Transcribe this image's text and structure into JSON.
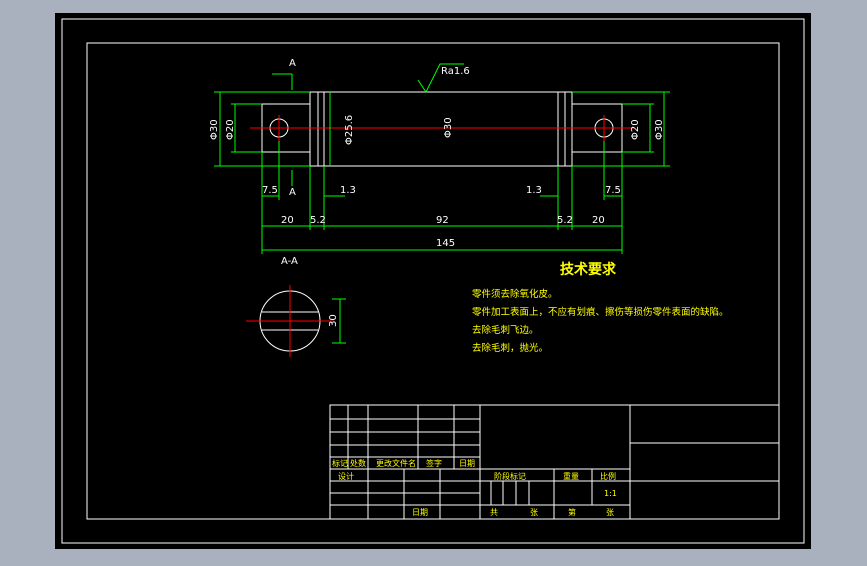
{
  "colors": {
    "background": "#a9b1bf",
    "sheet": "#000000",
    "frame": "#ffffff",
    "dimension": "#00ff00",
    "centerline": "#ff0000",
    "annotation": "#ffff00"
  },
  "drawing": {
    "roughness": "Ra1.6",
    "section_marker": "A",
    "section_label": "A-A",
    "dims": {
      "d_left_outer": "Φ30",
      "d_left_inner": "Φ20",
      "d_body_small": "Φ25.6",
      "d_body": "Φ30",
      "d_right_inner": "Φ20",
      "d_right_outer": "Φ30",
      "l_left_hole": "7.5",
      "l_groove_left": "1.3",
      "l_groove_right": "1.3",
      "l_right_hole": "7.5",
      "l_left_end": "20",
      "l_step_left": "5.2",
      "l_body": "92",
      "l_step_right": "5.2",
      "l_right_end": "20",
      "l_total": "145",
      "section_dim": "30"
    }
  },
  "tech_requirements": {
    "title": "技术要求",
    "lines": [
      "零件须去除氧化皮。",
      "零件加工表面上，不应有划痕、擦伤等损伤零件表面的缺陷。",
      "去除毛刺飞边。",
      "去除毛刺，抛光。"
    ]
  },
  "title_block": {
    "headers": [
      "标记",
      "处数",
      "更改文件名",
      "签字",
      "日期"
    ],
    "design": "设计",
    "date": "日期",
    "stage_mark": "阶段标记",
    "weight": "重量",
    "scale": "比例",
    "scale_value": "1:1",
    "total": "共",
    "sheet_unit": "张",
    "no": "第",
    "sheet_unit2": "张"
  }
}
